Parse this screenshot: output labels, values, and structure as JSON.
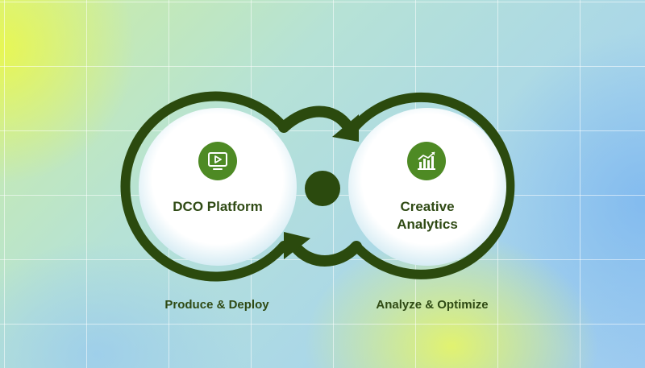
{
  "nodes": {
    "left": {
      "title": "DCO Platform",
      "icon": "monitor-play-icon"
    },
    "right": {
      "title_line1": "Creative",
      "title_line2": "Analytics",
      "icon": "bar-chart-trend-icon"
    }
  },
  "captions": {
    "left": "Produce & Deploy",
    "right": "Analyze & Optimize"
  },
  "colors": {
    "ring": "#2b4a0e",
    "badge": "#4e8a24",
    "text": "#2f4a14",
    "circle_fill": "#ffffff"
  }
}
